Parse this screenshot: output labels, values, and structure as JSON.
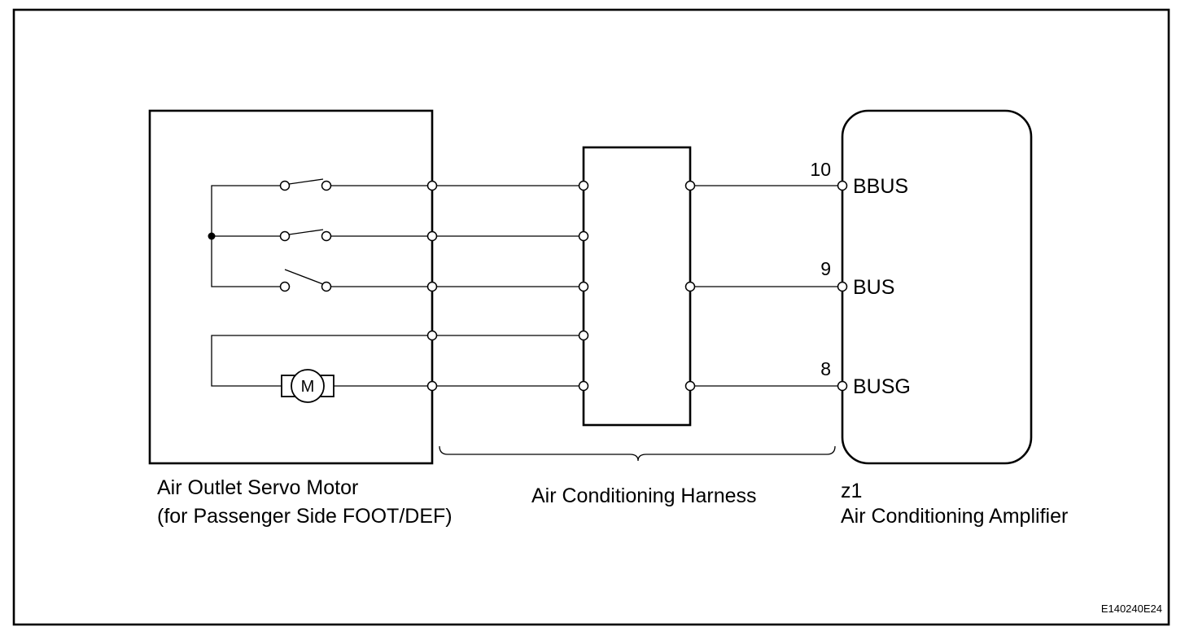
{
  "servo_motor": {
    "name_line1": "Air Outlet Servo Motor",
    "name_line2": "(for Passenger Side FOOT/DEF)",
    "motor_symbol": "M"
  },
  "harness": {
    "name": "Air Conditioning Harness"
  },
  "amplifier": {
    "code": "z1",
    "name": "Air Conditioning Amplifier",
    "pins": [
      {
        "number": "10",
        "name": "BBUS"
      },
      {
        "number": "9",
        "name": "BUS"
      },
      {
        "number": "8",
        "name": "BUSG"
      }
    ]
  },
  "figure_code": "E140240E24",
  "colors": {
    "line": "#000000",
    "background": "#ffffff"
  }
}
